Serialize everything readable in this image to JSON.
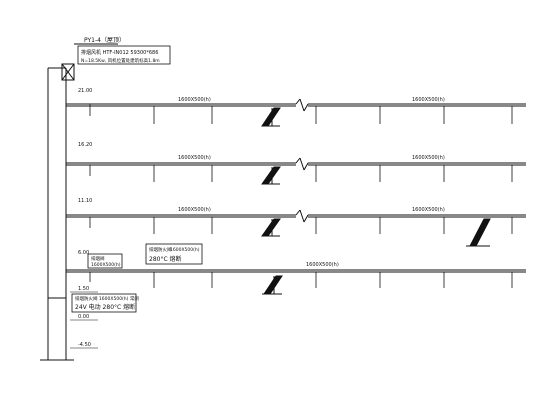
{
  "title_tag": "PY1-4（屋顶）",
  "fan_note_line1": "排烟风机  HTF-IN012 59300*686",
  "fan_note_line2": "N=18.5Kw, 风机位置处建筑标高1.8m",
  "floors": [
    {
      "elevation": "21.00",
      "duct_label_1": "1600X500(h)",
      "duct_label_2": "1600X500(h)"
    },
    {
      "elevation": "16.20",
      "duct_label_1": "1600X500(h)",
      "duct_label_2": "1600X500(h)"
    },
    {
      "elevation": "11.10",
      "duct_label_1": "1600X500(h)",
      "duct_label_2": "1600X500(h)"
    },
    {
      "elevation": "6.00",
      "duct_label_1": "1600X500(h)"
    }
  ],
  "elevations_lower": [
    "1.50",
    "0.00",
    "-4.50"
  ],
  "valve_note_upper": {
    "line1": "排烟防火阀",
    "line2": "1600X500(h)",
    "line3": "280°C 熔断"
  },
  "valve_note_small": {
    "line1": "排烟阀",
    "line2": "1600X500(h)"
  },
  "valve_note_lower": {
    "line1": "排烟防火阀  1600X500(h) 常闭",
    "line2": "24V 电动  280°C 熔断"
  },
  "colors": {
    "line": "#111111",
    "background": "#ffffff"
  }
}
